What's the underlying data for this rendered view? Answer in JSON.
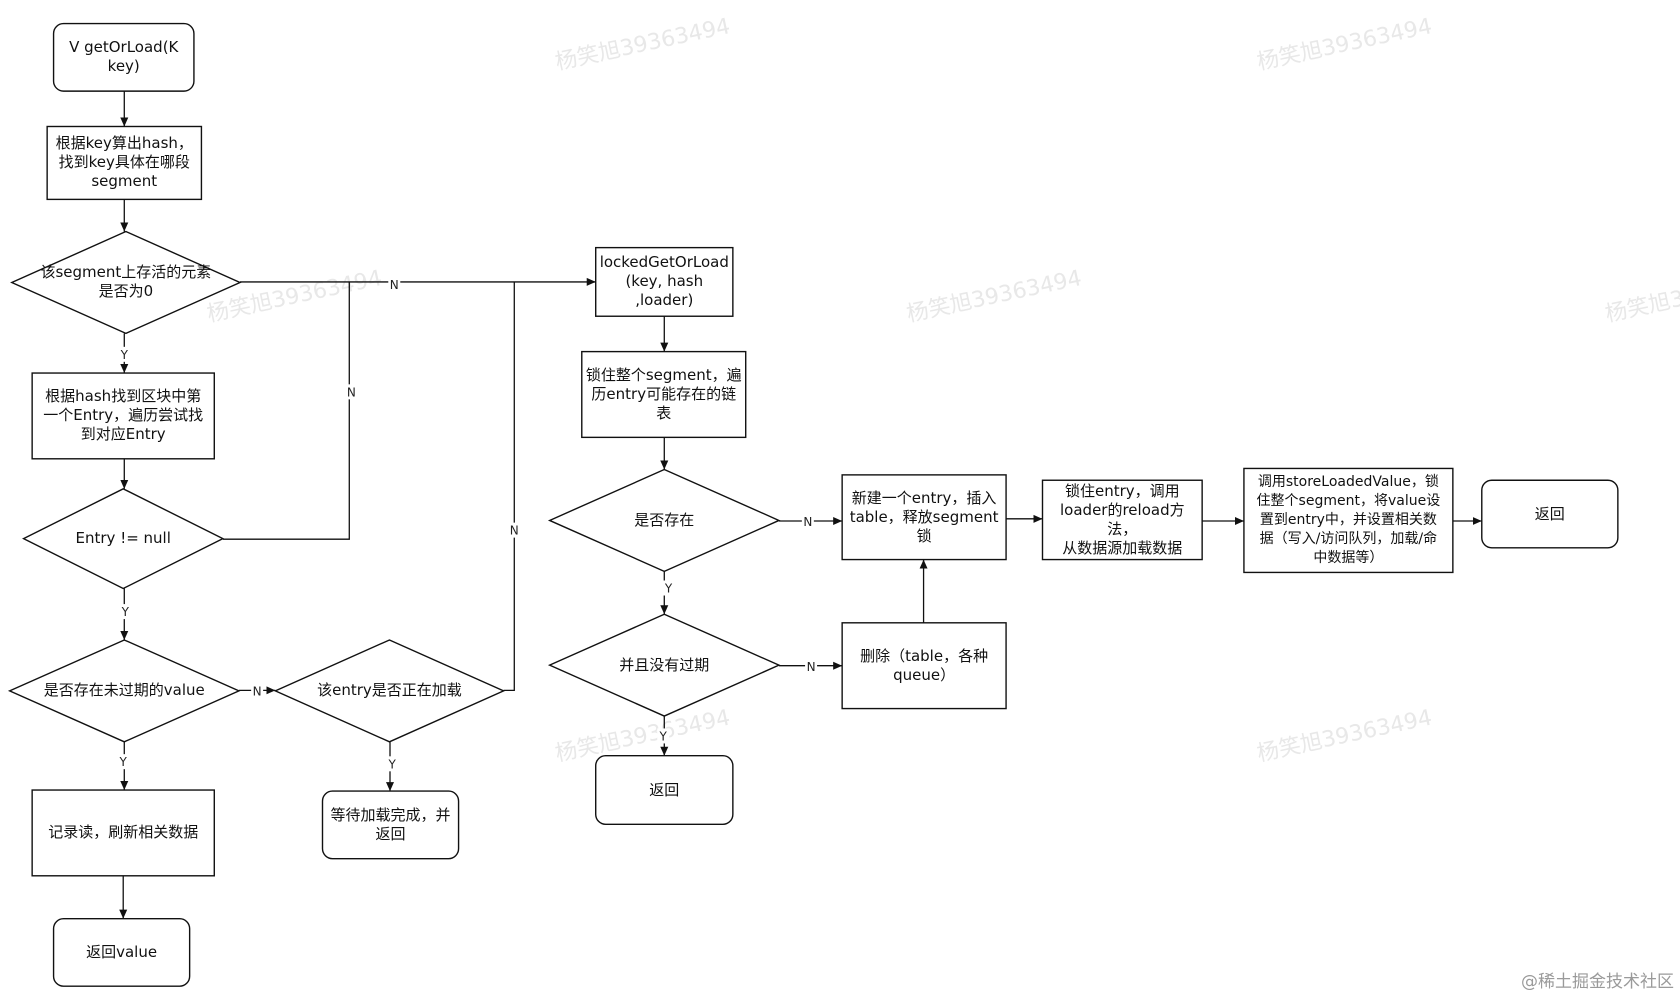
{
  "watermark": "杨笑旭39363494",
  "credit": "@稀土掘金技术社区",
  "nodes": {
    "start": "V  getOrLoad(K\nkey)",
    "hash_segment": "根据key算出hash，\n找到key具体在哪段\nsegment",
    "seg_count_zero": "该segment上存活的元素\n是否为0",
    "find_entry": "根据hash找到区块中第\n一个Entry，遍历尝试找\n到对应Entry",
    "entry_not_null": "Entry != null",
    "value_not_expired": "是否存在未过期的value",
    "entry_loading": "该entry是否正在加载",
    "record_read": "记录读，刷新相关数据",
    "return_value": "返回value",
    "wait_loading": "等待加载完成，并\n返回",
    "locked_get_or_load": "lockedGetOrLoad\n(key, hash ,loader)",
    "lock_segment": "锁住整个segment，遍\n历entry可能存在的链\n表",
    "exists": "是否存在",
    "not_expired": "并且没有过期",
    "return_mid": "返回",
    "new_entry": "新建一个entry，插入\ntable，释放segment\n锁",
    "delete": "删除（table，各种\nqueue）",
    "lock_entry": "锁住entry，调用\nloader的reload方法，\n从数据源加载数据",
    "store_loaded": "调用storeLoadedValue，锁\n住整个segment，将value设\n置到entry中，并设置相关数\n据（写入/访问队列，加载/命\n中数据等）",
    "return_end": "返回"
  },
  "labels": {
    "yes": "Y",
    "no": "N"
  }
}
